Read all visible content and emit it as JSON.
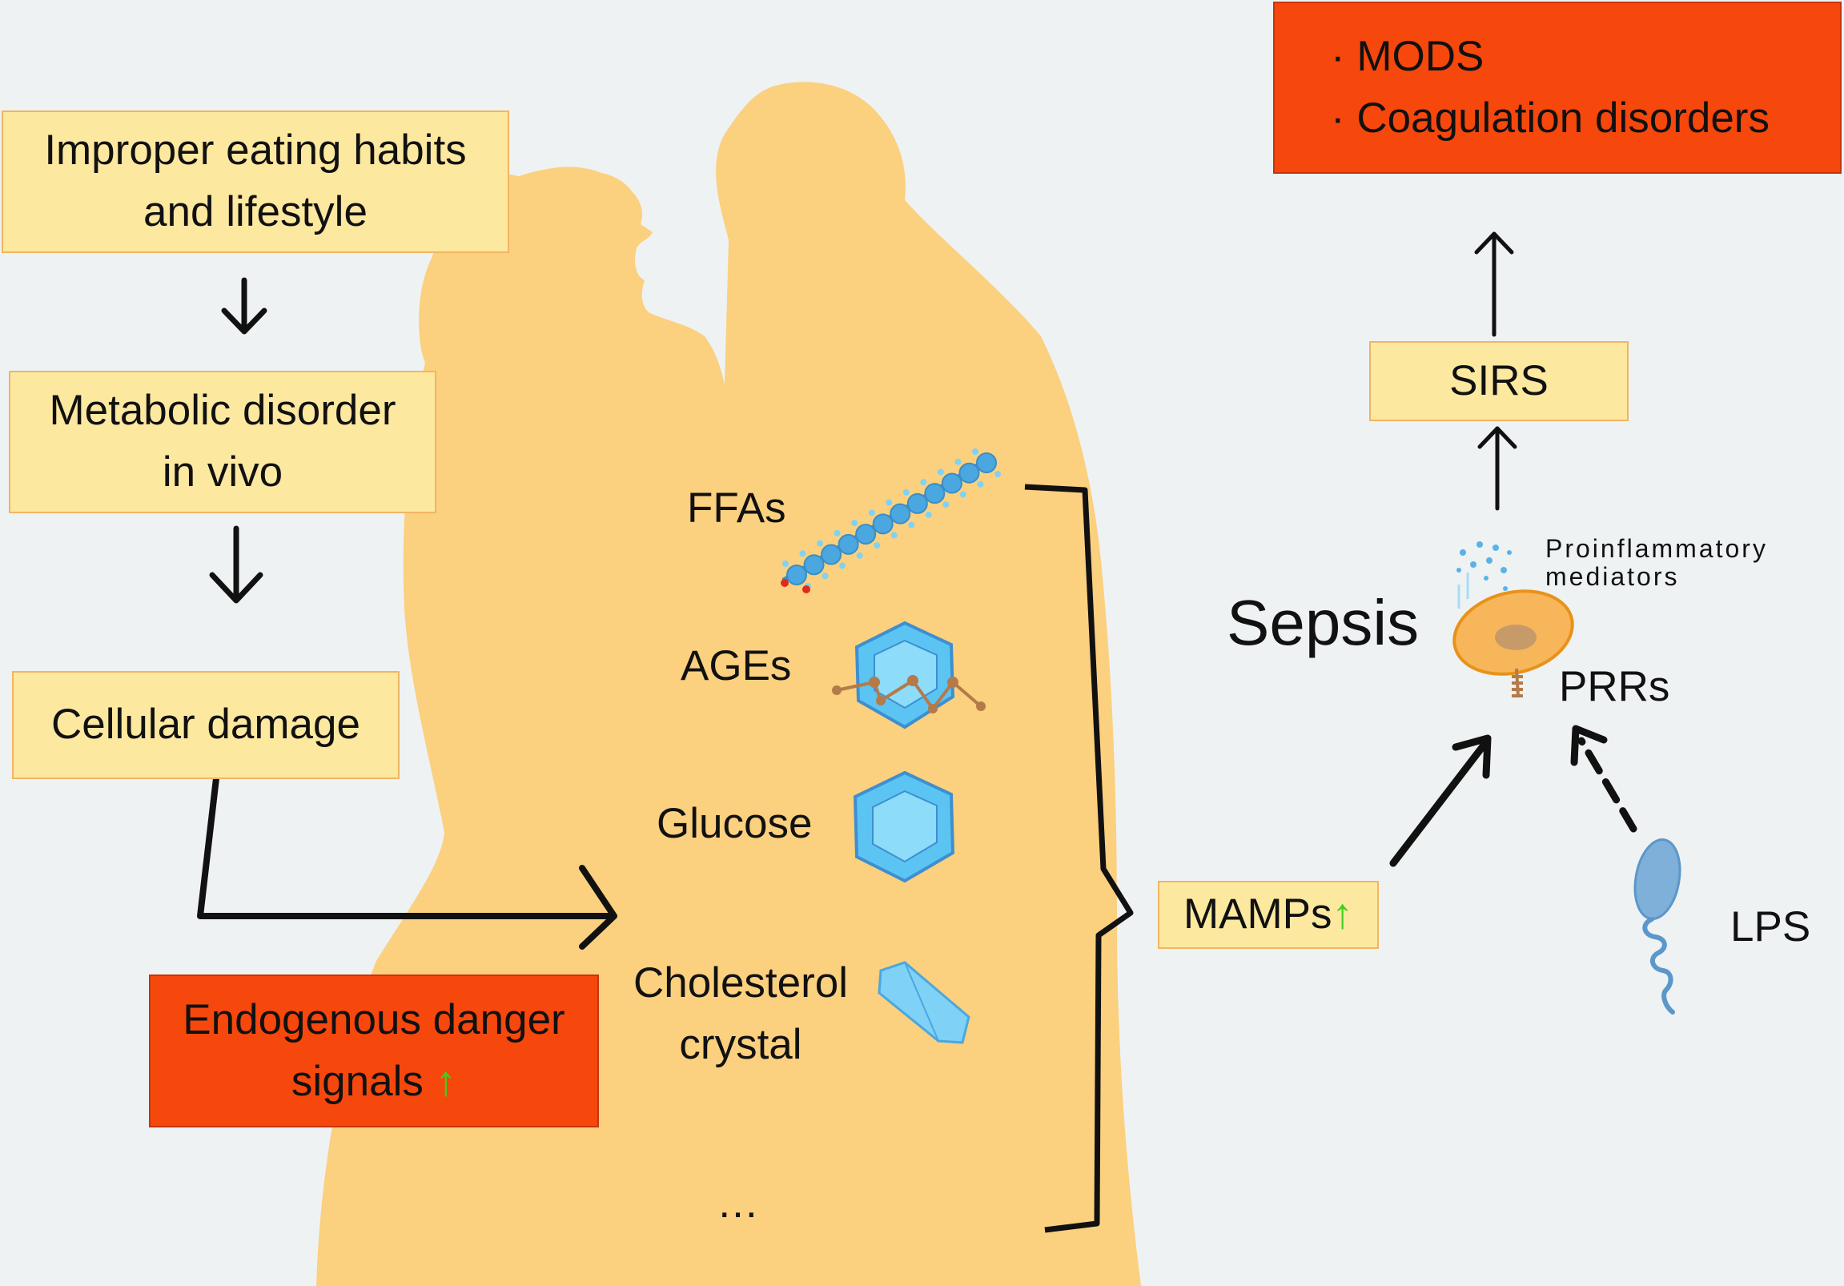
{
  "colors": {
    "background": "#eef2f3",
    "silhouette": "#fbd07e",
    "box_yellow": "#fde8a0",
    "box_yellow_border": "#f1b562",
    "box_red": "#f6470d",
    "arrow": "#111111",
    "increase_arrow": "#3ed01f",
    "molecule_blue": "#4aa7e0",
    "crystal_blue": "#5cc4f2",
    "cell_fill": "#f7b65a",
    "cell_border": "#e8921a",
    "bacteria": "#5b97c9"
  },
  "left_flow": {
    "box1": {
      "line1": "Improper eating habits",
      "line2": "and lifestyle"
    },
    "box2": {
      "line1": "Metabolic disorder",
      "line2": "in vivo"
    },
    "box3": {
      "text": "Cellular damage"
    },
    "danger": {
      "line1": "Endogenous danger",
      "line2": "signals",
      "increase": "↑"
    }
  },
  "molecules": {
    "ffas": "FFAs",
    "ages": "AGEs",
    "glucose": "Glucose",
    "cholesterol": {
      "line1": "Cholesterol",
      "line2": "crystal"
    },
    "ellipsis": "…"
  },
  "right_flow": {
    "mamps": {
      "text": "MAMPs",
      "increase": "↑"
    },
    "sepsis": "Sepsis",
    "prrs": "PRRs",
    "lps": "LPS",
    "proinflammatory": {
      "line1": "Proinflammatory",
      "line2": "mediators"
    },
    "sirs": "SIRS",
    "outcomes": [
      "· MODS",
      "· Coagulation disorders"
    ]
  }
}
